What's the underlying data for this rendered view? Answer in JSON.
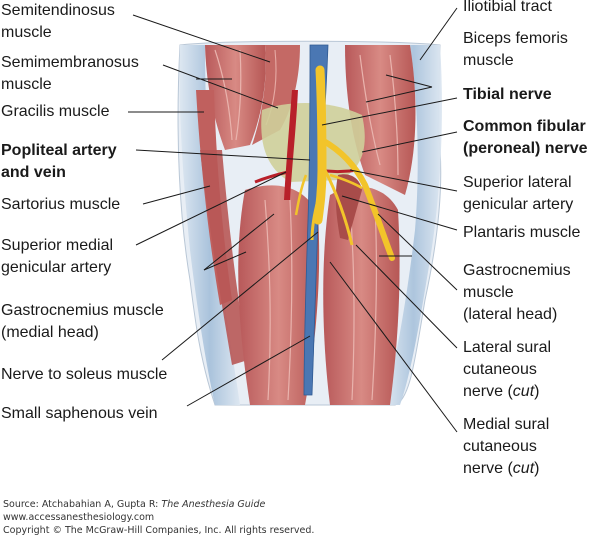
{
  "labels_left": [
    {
      "id": "semitendinosus",
      "text": "Semitendinosus\nmuscle",
      "bold": false
    },
    {
      "id": "semimembranosus",
      "text": "Semimembranosus\nmuscle",
      "bold": false
    },
    {
      "id": "gracilis",
      "text": "Gracilis muscle",
      "bold": false
    },
    {
      "id": "popliteal",
      "text": "Popliteal artery\nand vein",
      "bold": true
    },
    {
      "id": "sartorius",
      "text": "Sartorius muscle",
      "bold": false
    },
    {
      "id": "sup-medial",
      "text": "Superior medial\ngenicular artery",
      "bold": false
    },
    {
      "id": "gastroc-medial",
      "text": "Gastrocnemius muscle\n(medial head)",
      "bold": false
    },
    {
      "id": "soleus-nerve",
      "text": "Nerve to soleus muscle",
      "bold": false
    },
    {
      "id": "saphenous",
      "text": "Small saphenous vein",
      "bold": false
    }
  ],
  "labels_right": [
    {
      "id": "iliotibial",
      "text": "Iliotibial tract",
      "bold": false
    },
    {
      "id": "biceps",
      "text": "Biceps femoris\nmuscle",
      "bold": false
    },
    {
      "id": "tibial",
      "text": "Tibial nerve",
      "bold": true
    },
    {
      "id": "fibular",
      "text": "Common fibular\n(peroneal) nerve",
      "bold": true
    },
    {
      "id": "sup-lateral",
      "text": "Superior lateral\ngenicular artery",
      "bold": false
    },
    {
      "id": "plantaris",
      "text": "Plantaris muscle",
      "bold": false
    },
    {
      "id": "gastroc-lateral",
      "text": "Gastrocnemius\nmuscle\n(lateral head)",
      "bold": false
    },
    {
      "id": "lat-sural",
      "text": "Lateral sural\ncutaneous\nnerve (",
      "italic": "cut",
      "after": ")",
      "bold": false
    },
    {
      "id": "med-sural",
      "text": "Medial sural\ncutaneous\nnerve (",
      "italic": "cut",
      "after": ")",
      "bold": false
    }
  ],
  "credits": {
    "source_prefix": "Source: Atchabahian A, Gupta R: ",
    "source_title": "The Anesthesia Guide",
    "url": "www.accessanesthesiology.com",
    "copyright": "Copyright © The McGraw-Hill Companies, Inc. All rights reserved."
  },
  "colors": {
    "muscle": "#c9726e",
    "muscle_dark": "#a84c4a",
    "fascia": "#c5d7e8",
    "fat": "#cfcf9a",
    "vein": "#4a77b3",
    "artery": "#b8202a",
    "nerve": "#f2c42a"
  }
}
